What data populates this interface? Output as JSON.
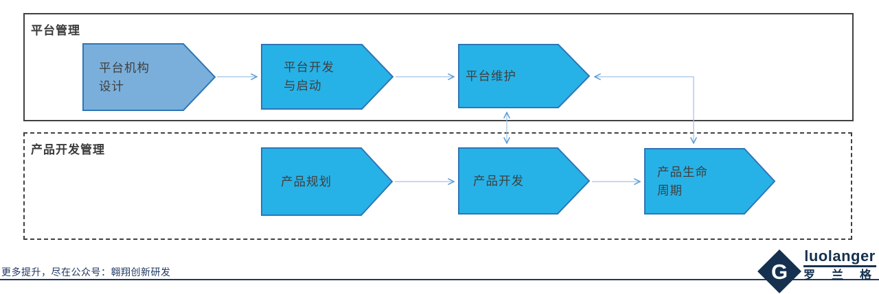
{
  "lanes": [
    {
      "title": "平台管理"
    },
    {
      "title": "产品开发管理"
    }
  ],
  "shapes": [
    {
      "id": "platform-org-design",
      "line1": "平台机构",
      "line2": "设计",
      "fill": "#7bafdb"
    },
    {
      "id": "platform-dev-launch",
      "line1": "平台开发",
      "line2": "与启动",
      "fill": "#27b2e7"
    },
    {
      "id": "platform-maintenance",
      "line1": "平台维护",
      "fill": "#27b2e7"
    },
    {
      "id": "product-planning",
      "line1": "产品规划",
      "fill": "#27b2e7"
    },
    {
      "id": "product-development",
      "line1": "产品开发",
      "fill": "#27b2e7"
    },
    {
      "id": "product-lifecycle",
      "line1": "产品生命",
      "line2": "周期",
      "fill": "#27b2e7"
    }
  ],
  "connectors": [
    {
      "from": "platform-org-design",
      "to": "platform-dev-launch",
      "type": "single-arrow"
    },
    {
      "from": "platform-dev-launch",
      "to": "platform-maintenance",
      "type": "single-arrow"
    },
    {
      "from": "platform-maintenance",
      "to": "product-development",
      "type": "double-arrow"
    },
    {
      "from": "platform-maintenance",
      "to": "product-lifecycle",
      "type": "double-arrow-elbow"
    },
    {
      "from": "product-planning",
      "to": "product-development",
      "type": "single-arrow"
    },
    {
      "from": "product-development",
      "to": "product-lifecycle",
      "type": "single-arrow"
    }
  ],
  "colors": {
    "chevron_fill_cyan": "#27b2e7",
    "chevron_fill_steel": "#7bafdb",
    "chevron_stroke": "#2e75b6",
    "lane_border": "#404040",
    "shape_text": "#3f3f3f",
    "connector_line": "#9dc3e6",
    "connector_head": "#5b9bd5",
    "footer_navy": "#1f3864",
    "logo_navy": "#16314f"
  },
  "footer": {
    "promo": "更多提升，尽在公众号：翱翔创新研发"
  },
  "logo": {
    "brand": "luolanger",
    "brand_cn": "罗兰格"
  }
}
